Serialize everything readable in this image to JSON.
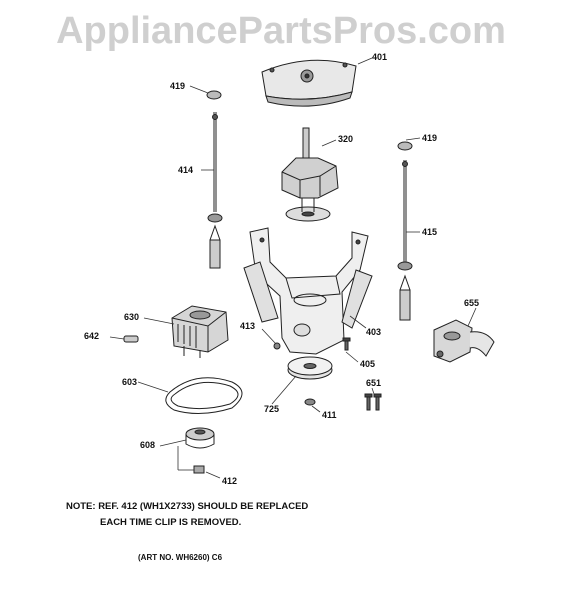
{
  "watermark": "AppliancePartsPros.com",
  "callouts": {
    "c401": "401",
    "c419_left": "419",
    "c419_right": "419",
    "c320": "320",
    "c414": "414",
    "c415": "415",
    "c630": "630",
    "c642": "642",
    "c413": "413",
    "c403": "403",
    "c655": "655",
    "c405": "405",
    "c603": "603",
    "c651": "651",
    "c725": "725",
    "c411": "411",
    "c608": "608",
    "c412": "412"
  },
  "note": {
    "line1": "NOTE: REF. 412 (WH1X2733) SHOULD BE REPLACED",
    "line2": "EACH TIME CLIP IS REMOVED."
  },
  "art_number": "(ART NO. WH6260) C6"
}
